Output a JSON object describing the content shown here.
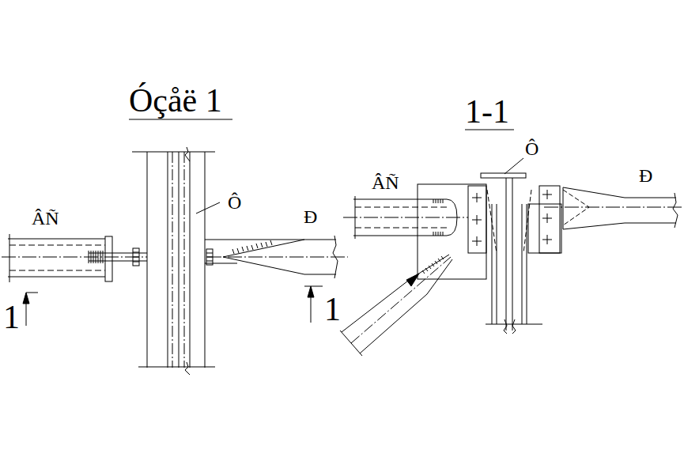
{
  "diagram": {
    "title": "Óçåë 1",
    "labels": [
      "ÂÑ",
      "Ô",
      "Ð",
      "1",
      "1",
      "1-1",
      "Ô",
      "ÂÑ",
      "Ð"
    ]
  }
}
